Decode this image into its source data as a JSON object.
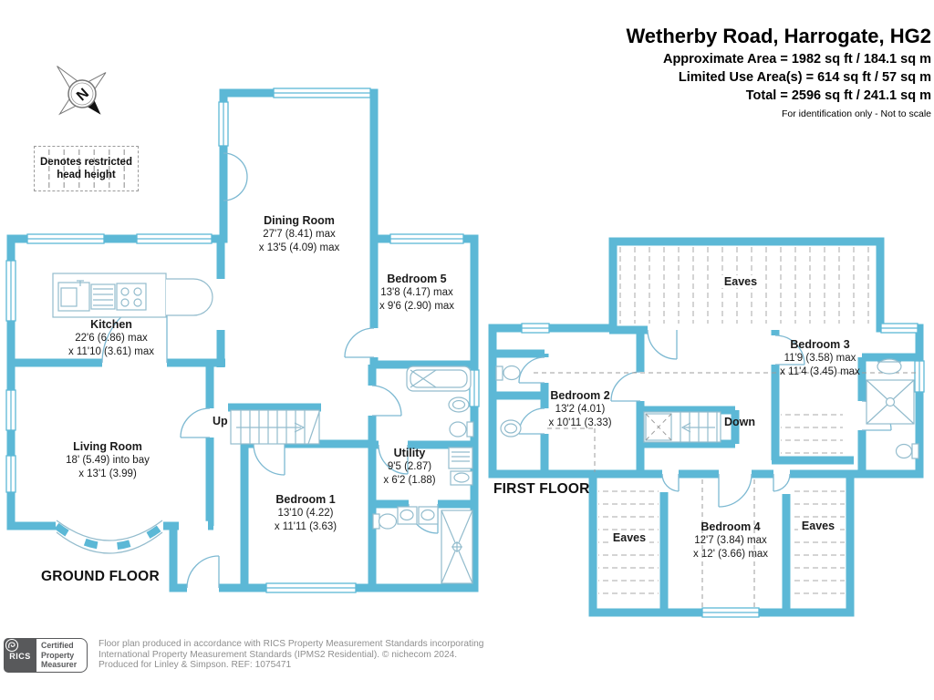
{
  "header": {
    "title": "Wetherby Road, Harrogate, HG2",
    "approx_area": "Approximate Area = 1982 sq ft / 184.1 sq m",
    "limited_area": "Limited Use Area(s) = 614 sq ft / 57 sq m",
    "total_area": "Total = 2596 sq ft / 241.1 sq m",
    "disclaimer": "For identification only - Not to scale"
  },
  "compass": {
    "north_label": "N"
  },
  "legend": {
    "restricted_head_height": "Denotes restricted head height"
  },
  "ground_floor": {
    "label": "GROUND FLOOR",
    "stairs": "Up",
    "rooms": {
      "dining": {
        "name": "Dining Room",
        "dim1": "27'7 (8.41) max",
        "dim2": "x 13'5 (4.09) max"
      },
      "bedroom5": {
        "name": "Bedroom 5",
        "dim1": "13'8 (4.17) max",
        "dim2": "x 9'6 (2.90) max"
      },
      "kitchen": {
        "name": "Kitchen",
        "dim1": "22'6 (6.86) max",
        "dim2": "x 11'10 (3.61) max"
      },
      "living": {
        "name": "Living Room",
        "dim1": "18' (5.49) into bay",
        "dim2": "x 13'1 (3.99)"
      },
      "bedroom1": {
        "name": "Bedroom 1",
        "dim1": "13'10 (4.22)",
        "dim2": "x 11'11 (3.63)"
      },
      "utility": {
        "name": "Utility",
        "dim1": "9'5 (2.87)",
        "dim2": "x 6'2 (1.88)"
      }
    }
  },
  "first_floor": {
    "label": "FIRST FLOOR",
    "stairs": "Down",
    "rooms": {
      "eaves_top": {
        "name": "Eaves"
      },
      "bedroom3": {
        "name": "Bedroom 3",
        "dim1": "11'9 (3.58) max",
        "dim2": "x 11'4 (3.45) max"
      },
      "bedroom2": {
        "name": "Bedroom 2",
        "dim1": "13'2 (4.01)",
        "dim2": "x 10'11 (3.33)"
      },
      "bedroom4": {
        "name": "Bedroom 4",
        "dim1": "12'7 (3.84) max",
        "dim2": "x 12' (3.66) max"
      },
      "eaves_left": {
        "name": "Eaves"
      },
      "eaves_right": {
        "name": "Eaves"
      }
    }
  },
  "footer": {
    "badge_brand": "RICS",
    "badge_cert_line1": "Certified",
    "badge_cert_line2": "Property",
    "badge_cert_line3": "Measurer",
    "line1": "Floor plan produced in accordance with RICS Property Measurement Standards incorporating",
    "line2": "International Property Measurement Standards (IPMS2 Residential).   © nichecom 2024.",
    "line3": "Produced for Linley & Simpson.   REF: 1075471"
  },
  "colors": {
    "wall": "#5cb8d6",
    "hatch": "#a9a9a9",
    "footer_text": "#8f8f8f"
  }
}
